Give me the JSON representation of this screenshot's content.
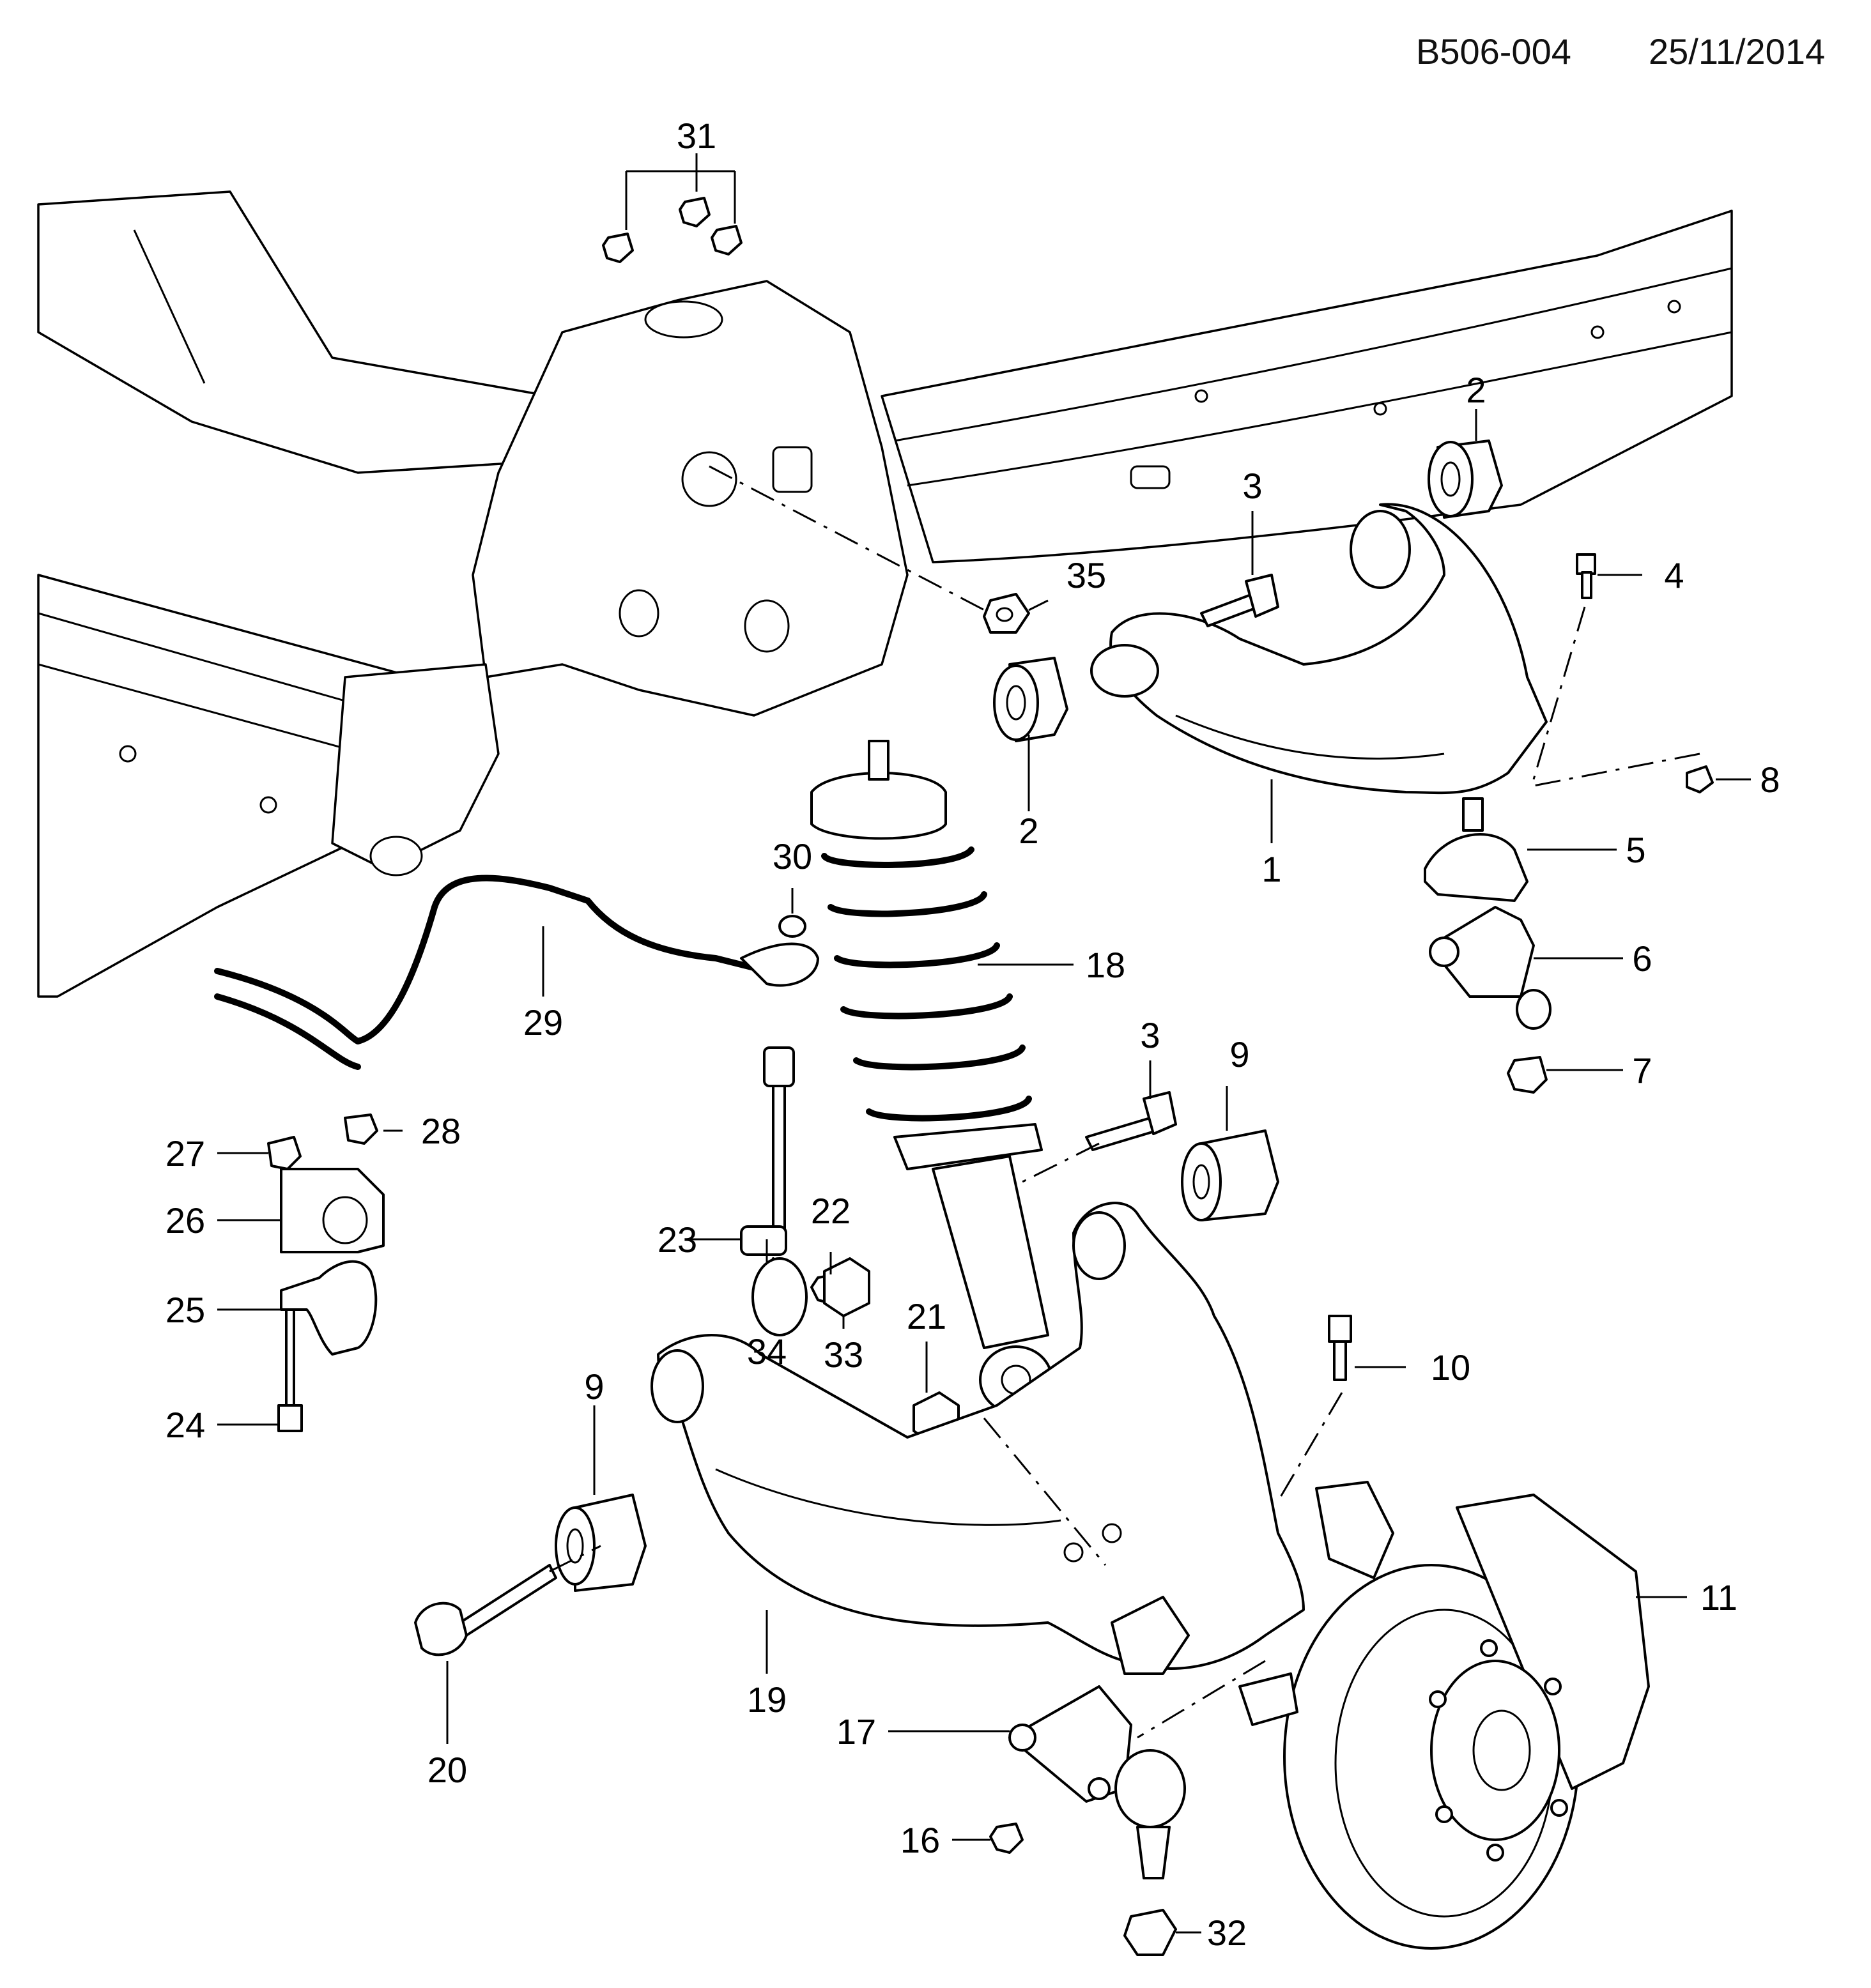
{
  "header": {
    "code": "B506-004",
    "date": "25/11/2014"
  },
  "callouts": {
    "c1": "1",
    "c2a": "2",
    "c2b": "2",
    "c3a": "3",
    "c3b": "3",
    "c4": "4",
    "c5": "5",
    "c6": "6",
    "c7": "7",
    "c8": "8",
    "c9a": "9",
    "c9b": "9",
    "c10": "10",
    "c11": "11",
    "c16": "16",
    "c17": "17",
    "c18": "18",
    "c19": "19",
    "c20": "20",
    "c21": "21",
    "c22": "22",
    "c23": "23",
    "c24": "24",
    "c25": "25",
    "c26": "26",
    "c27": "27",
    "c28": "28",
    "c29": "29",
    "c30": "30",
    "c31": "31",
    "c32": "32",
    "c33": "33",
    "c34": "34",
    "c35": "35"
  }
}
